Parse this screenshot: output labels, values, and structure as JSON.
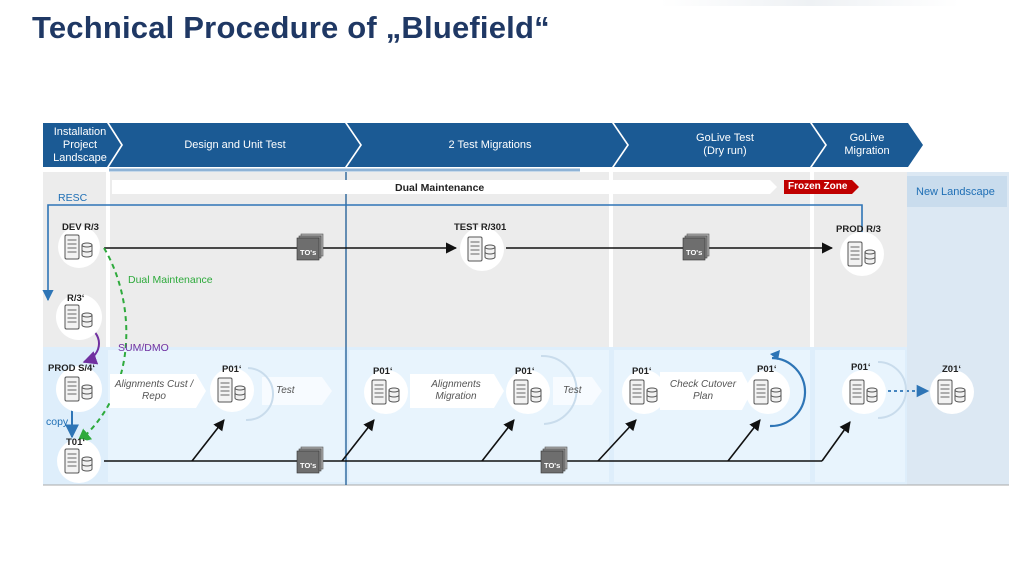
{
  "page": {
    "title": "Technical Procedure of „Bluefield“"
  },
  "phases": [
    {
      "label": "Installation Project Landscape"
    },
    {
      "label": "Design and Unit Test"
    },
    {
      "label": "2 Test Migrations"
    },
    {
      "label": "GoLive Test (Dry run)"
    },
    {
      "label": "GoLive Migration"
    }
  ],
  "bars": {
    "dual_maintenance": "Dual Maintenance",
    "frozen_zone": "Frozen Zone",
    "new_landscape": "New Landscape"
  },
  "flow_labels": {
    "resc": "RESC",
    "dual_maintenance": "Dual Maintenance",
    "sum_dmo": "SUM/DMO",
    "copy": "copy"
  },
  "systems": {
    "dev": "DEV R/3",
    "r3": "R/3‘",
    "prod_s4": "PROD S/4‘",
    "t01": "T01‘",
    "test": "TEST R/301",
    "prod_r3": "PROD R/3",
    "p01_1": "P01‘",
    "p01_2": "P01‘",
    "p01_3": "P01‘",
    "p01_4": "P01‘",
    "p01_5": "P01‘",
    "p01_6": "P01‘",
    "z01": "Z01‘"
  },
  "notes": {
    "align_cust": "Alignments Cust / Repo",
    "test1": "Test",
    "align_mig": "Alignments Migration",
    "test2": "Test",
    "cutover": "Check Cutover Plan"
  },
  "tos_label": "TO's",
  "colors": {
    "title": "#1f3864",
    "phase_bar": "#1b5a94",
    "frozen": "#c00000",
    "dual_green": "#2eaa3c",
    "sum_purple": "#7030a0",
    "arrow_blue": "#2e75b6",
    "text_blue": "#1f6fb5"
  }
}
